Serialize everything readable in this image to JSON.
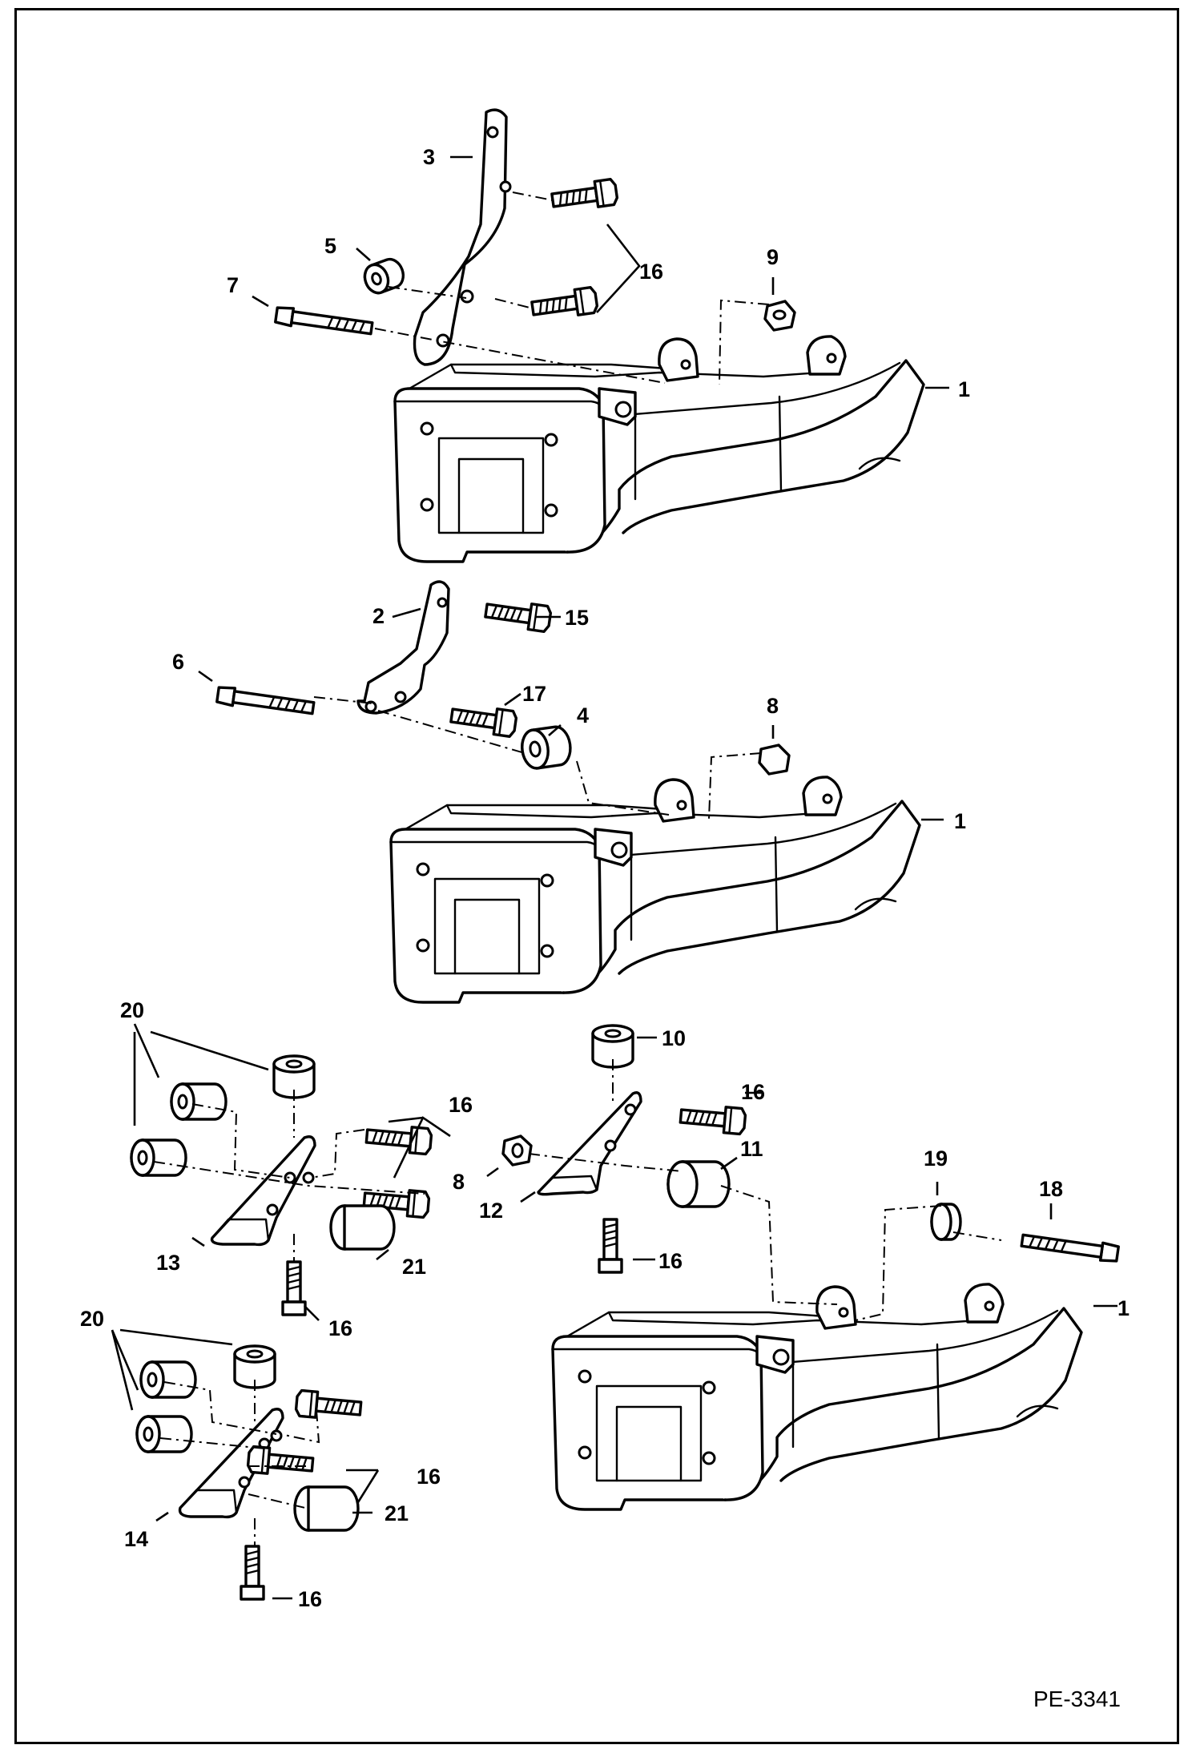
{
  "drawing_code": "PE-3341",
  "callouts": {
    "c1a": "1",
    "c1b": "1",
    "c1c": "1",
    "c2": "2",
    "c3": "3",
    "c4": "4",
    "c5": "5",
    "c6": "6",
    "c7": "7",
    "c8a": "8",
    "c8b": "8",
    "c9": "9",
    "c10": "10",
    "c11": "11",
    "c12": "12",
    "c13": "13",
    "c14": "14",
    "c15": "15",
    "c16a": "16",
    "c16b": "16",
    "c16c": "16",
    "c16d": "16",
    "c16e": "16",
    "c16f": "16",
    "c16g": "16",
    "c17": "17",
    "c18": "18",
    "c19": "19",
    "c20a": "20",
    "c20b": "20",
    "c21a": "21",
    "c21b": "21"
  }
}
